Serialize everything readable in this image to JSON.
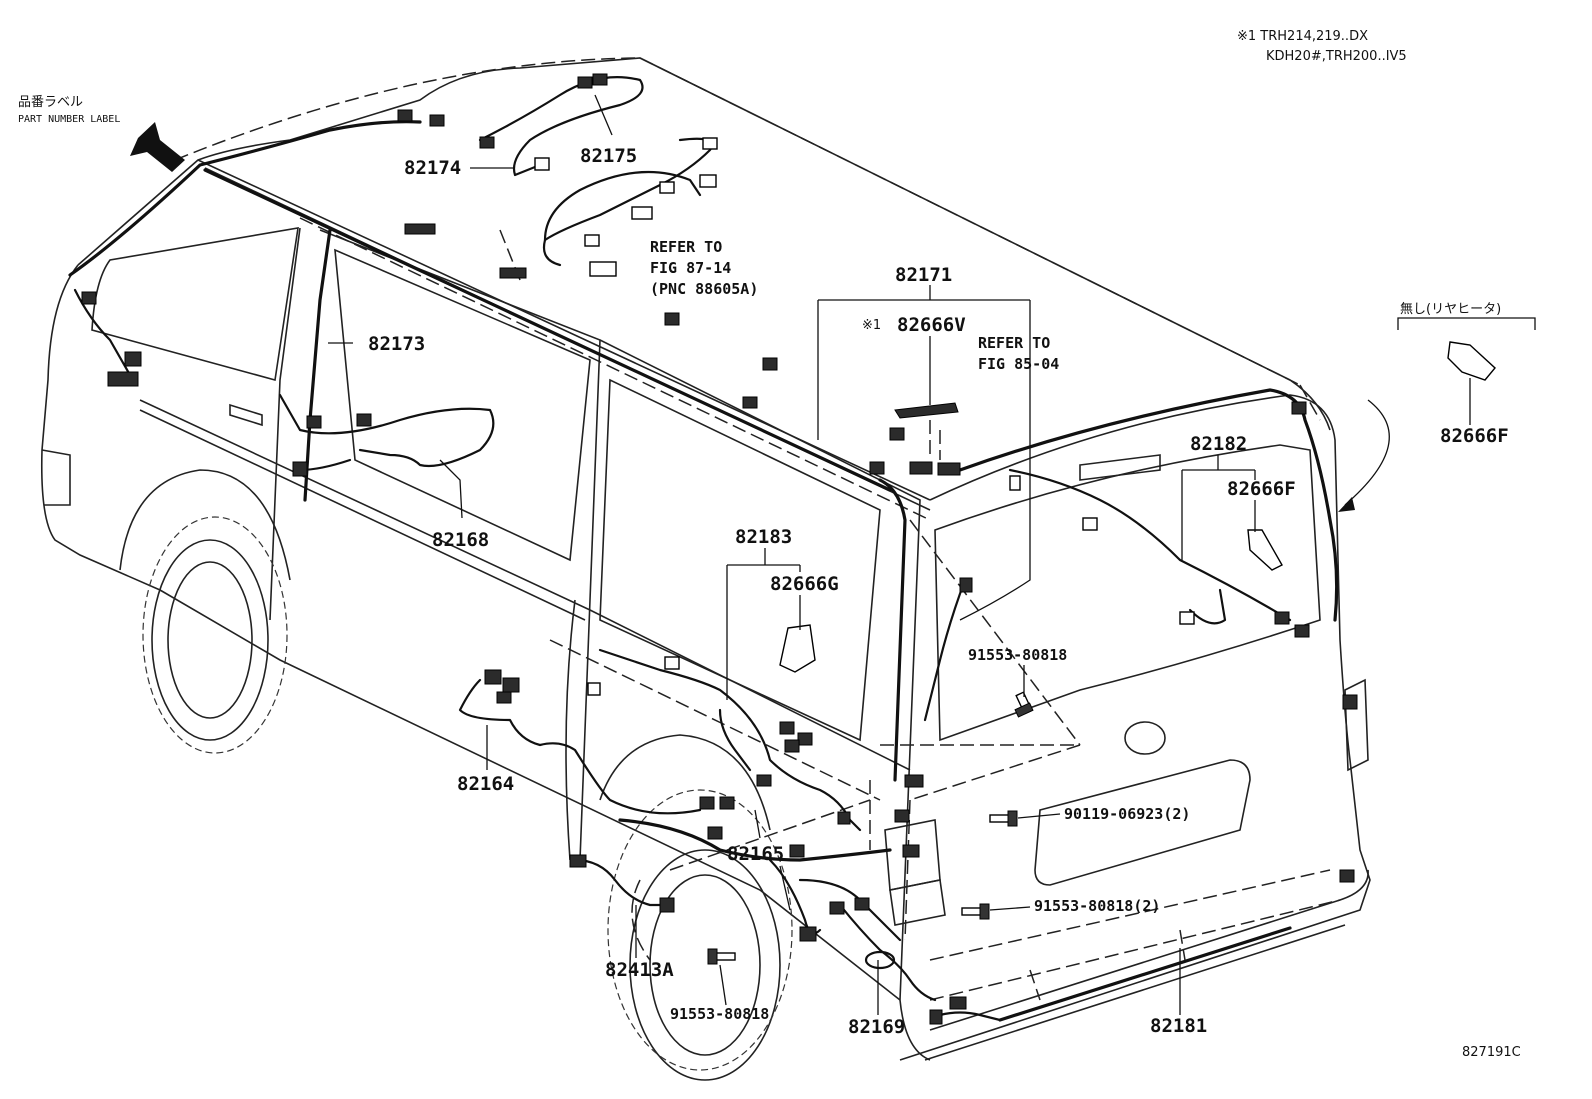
{
  "notes": {
    "note1_line1": "※1 TRH214,219..DX",
    "note1_line2": "KDH20#,TRH200..IV5",
    "label_jp": "品番ラベル",
    "label_en": "PART NUMBER LABEL",
    "no_heater": "無し(リヤヒータ)",
    "mark1": "※1",
    "figure_code": "827191C"
  },
  "refs": {
    "ref_a_1": "REFER TO",
    "ref_a_2": "FIG 87-14",
    "ref_a_3": "(PNC 88605A)",
    "ref_b_1": "REFER TO",
    "ref_b_2": "FIG 85-04"
  },
  "parts": {
    "p82174": "82174",
    "p82175": "82175",
    "p82173": "82173",
    "p82168": "82168",
    "p82171": "82171",
    "p82666V": "82666V",
    "p82666F_top": "82666F",
    "p82182": "82182",
    "p82666F": "82666F",
    "p82183": "82183",
    "p82666G": "82666G",
    "p82164": "82164",
    "p82165": "82165",
    "p82413A": "82413A",
    "p82169": "82169",
    "p82181": "82181",
    "b91553_80818_a": "91553-80818",
    "b90119_06923": "90119-06923(2)",
    "b91553_80818_2": "91553-80818(2)",
    "b91553_80818_b": "91553-80818"
  }
}
